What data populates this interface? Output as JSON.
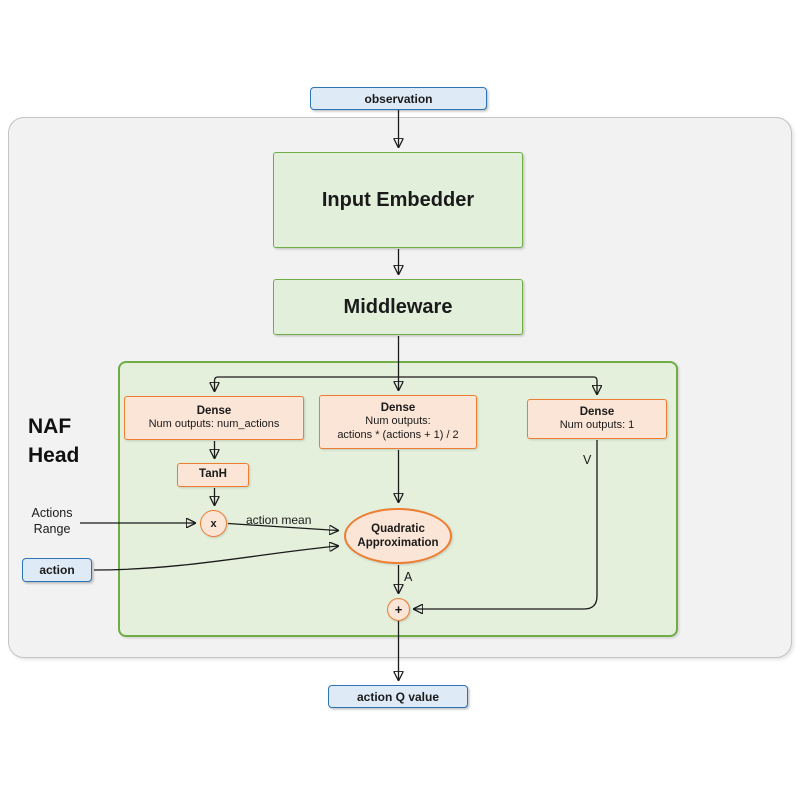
{
  "colors": {
    "blue_fill": "#DEEBF7",
    "blue_border": "#2E75B6",
    "green_fill": "#E2EFDA",
    "green_border": "#70AD47",
    "orange_fill": "#FBE5D6",
    "orange_border": "#ED7D31",
    "gray_fill": "#F2F2F2",
    "gray_border": "#C3C3C3",
    "wire": "#1A1A1A"
  },
  "nodes": {
    "observation": {
      "label": "observation"
    },
    "input_embedder": {
      "label": "Input Embedder"
    },
    "middleware": {
      "label": "Middleware"
    },
    "naf_head": {
      "line1": "NAF",
      "line2": "Head"
    },
    "dense_actions": {
      "title": "Dense",
      "line1": "Num outputs: num_actions"
    },
    "dense_lmatrix": {
      "title": "Dense",
      "line1": "Num outputs:",
      "line2": "actions * (actions + 1) / 2"
    },
    "dense_value": {
      "title": "Dense",
      "line1": "Num outputs: 1"
    },
    "tanh": {
      "label": "TanH"
    },
    "multiply": {
      "label": "x"
    },
    "plus": {
      "label": "+"
    },
    "quadratic": {
      "line1": "Quadratic",
      "line2": "Approximation"
    },
    "action": {
      "label": "action"
    },
    "action_q_value": {
      "label": "action Q value"
    }
  },
  "labels": {
    "actions_range_line1": "Actions",
    "actions_range_line2": "Range",
    "action_mean": "action mean",
    "v": "V",
    "a": "A"
  }
}
